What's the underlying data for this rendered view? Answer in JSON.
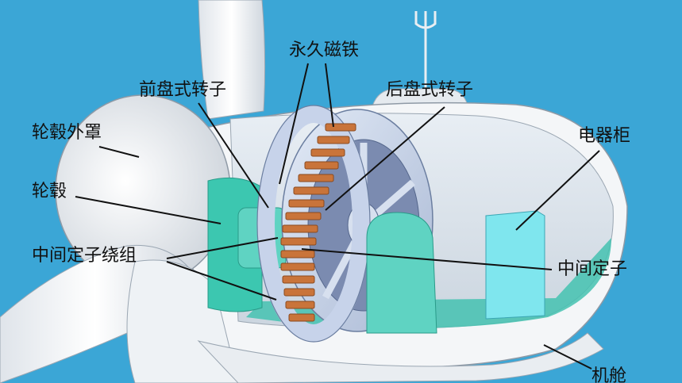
{
  "labels": {
    "permanent_magnet": "永久磁铁",
    "front_disc_rotor": "前盘式转子",
    "rear_disc_rotor": "后盘式转子",
    "hub_cover": "轮毂外罩",
    "electrical_cabinet": "电器柜",
    "hub": "轮毂",
    "middle_stator_winding": "中间定子绕组",
    "middle_stator": "中间定子",
    "nacelle": "机舱"
  },
  "colors": {
    "sky": "#3ba6d6",
    "white_body": "#f4f6f8",
    "teal": "#3cc7b0",
    "cyan_box": "#7fe6ee",
    "copper": "#c9743a",
    "steel_disc": "#c7d3ea"
  },
  "icons": [
    "lightning-rod-icon"
  ]
}
